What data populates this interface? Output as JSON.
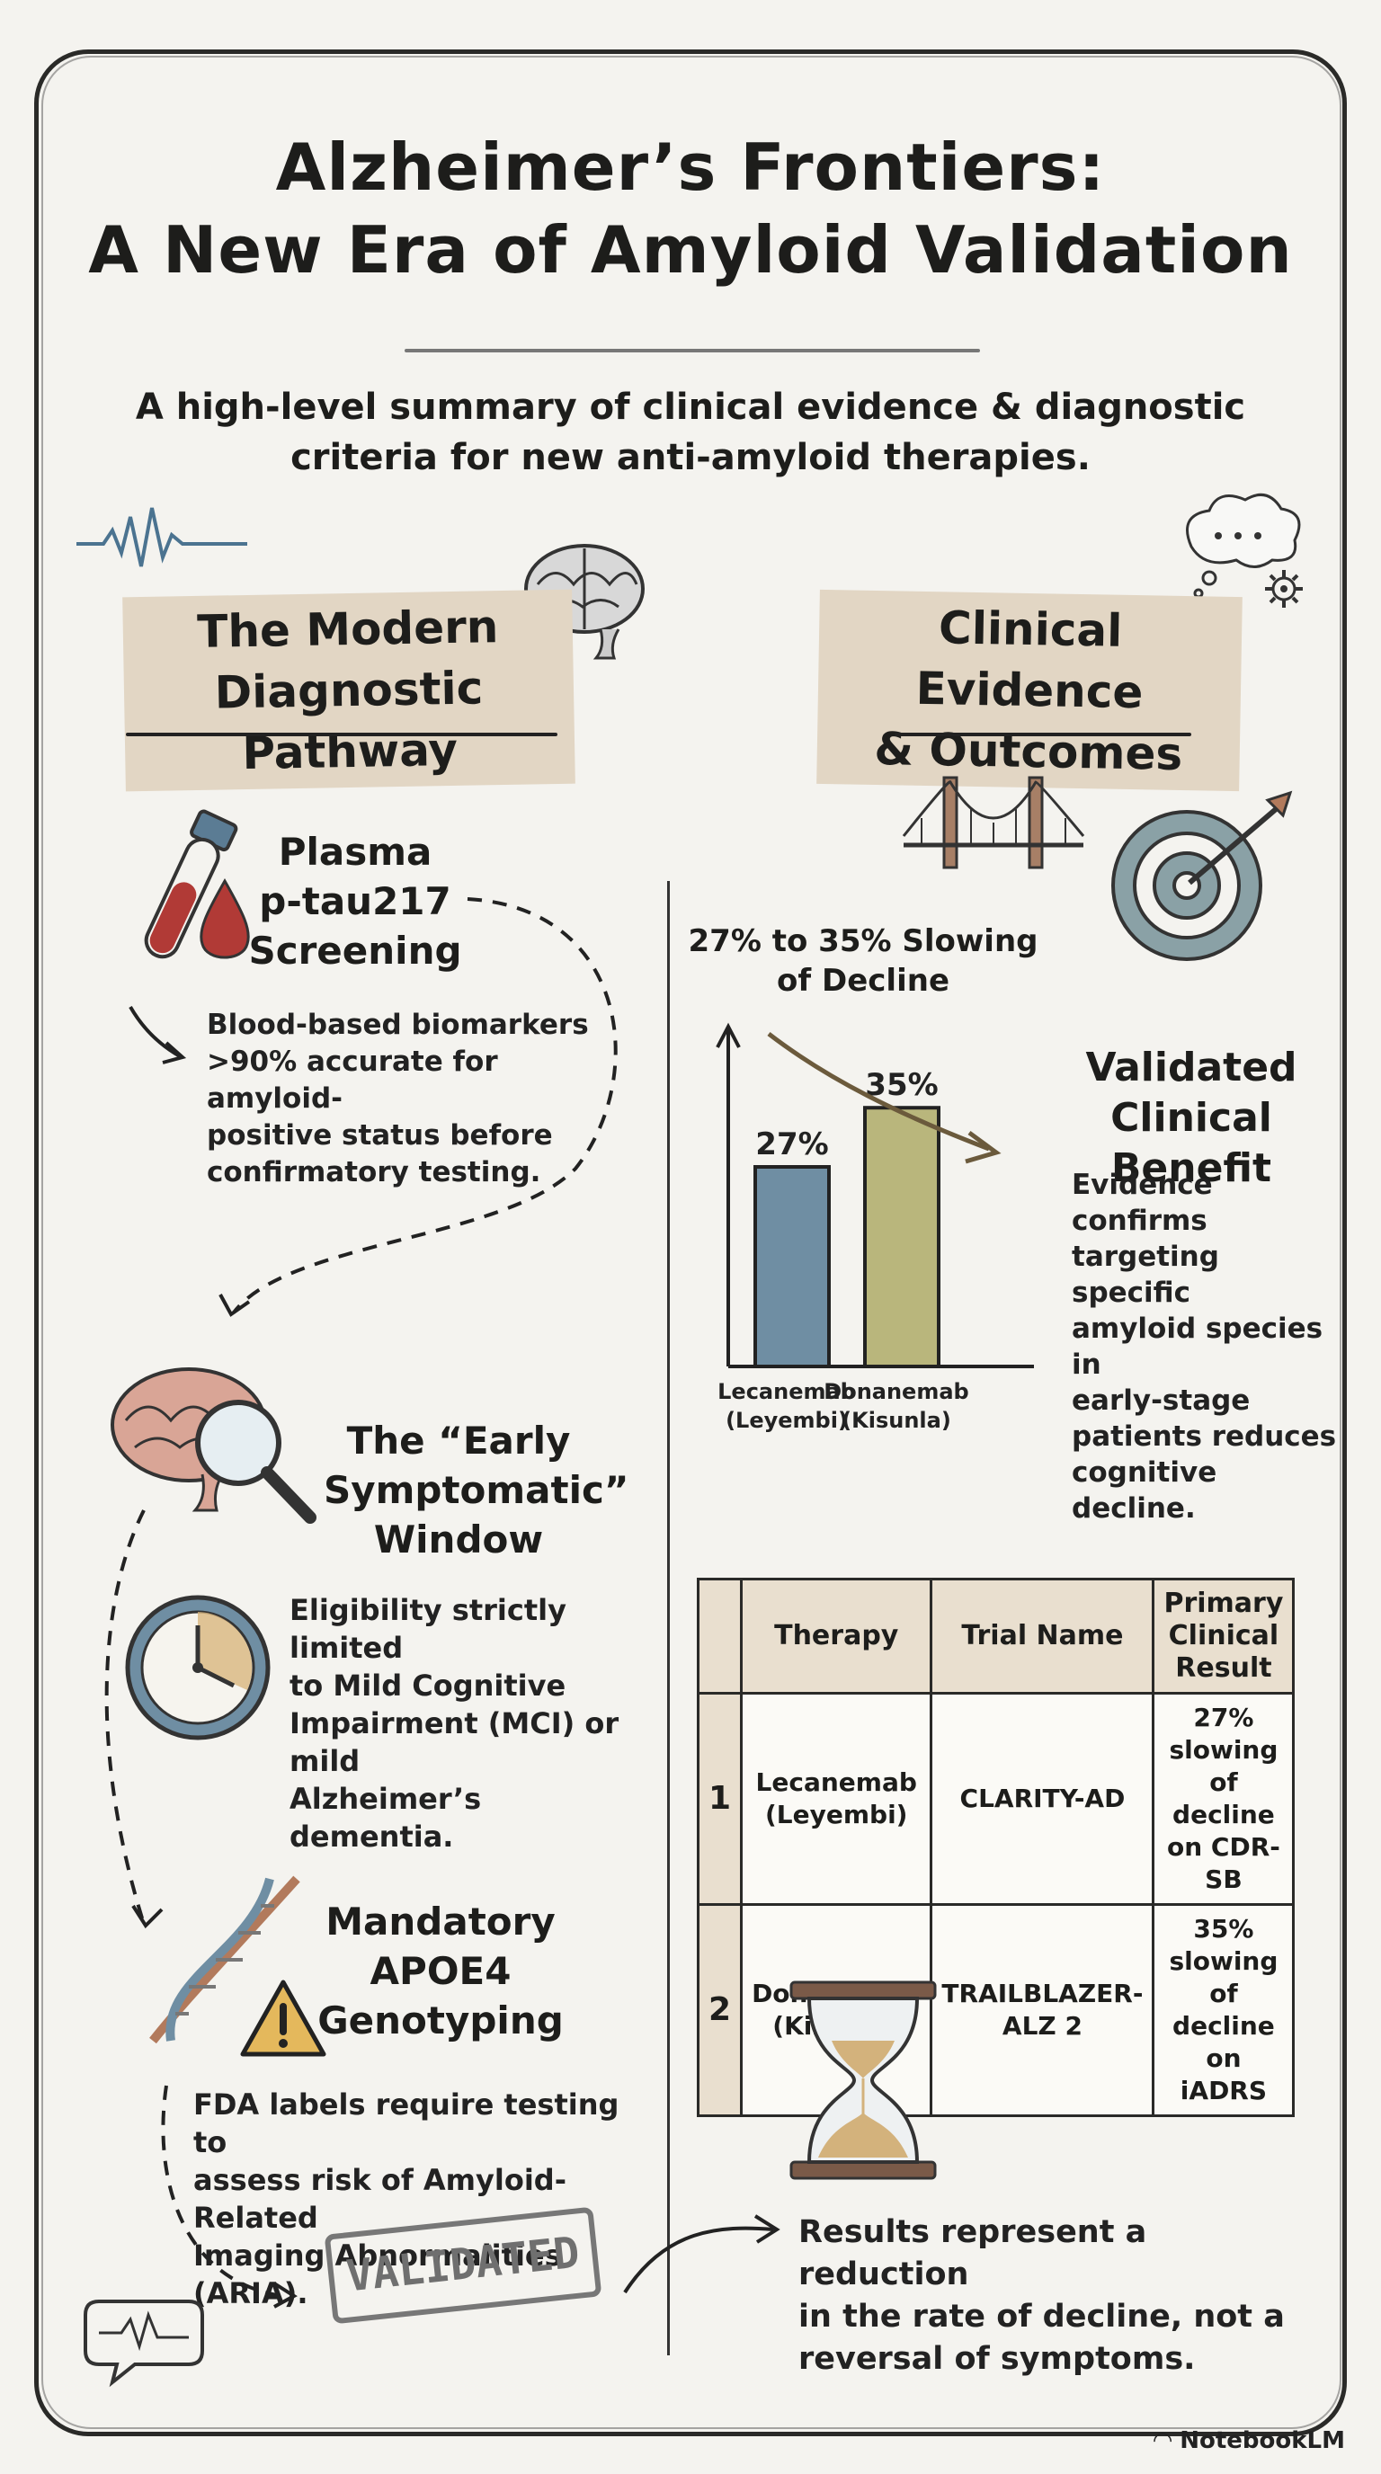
{
  "header": {
    "title_line1": "Alzheimer’s Frontiers:",
    "title_line2": "A New Era of Amyloid Validation",
    "subtitle_line1": "A high-level summary of clinical evidence & diagnostic",
    "subtitle_line2": "criteria for new anti-amyloid therapies."
  },
  "left": {
    "heading_line1": "The Modern",
    "heading_line2": "Diagnostic Pathway",
    "steps": [
      {
        "title_line1": "Plasma",
        "title_line2": "p-tau217",
        "title_line3": "Screening",
        "body_line1": "Blood-based biomarkers",
        "body_line2": ">90% accurate for amyloid-",
        "body_line3": "positive status before",
        "body_line4": "confirmatory testing."
      },
      {
        "title_line1": "The “Early",
        "title_line2": "Symptomatic”",
        "title_line3": "Window",
        "body_line1": "Eligibility strictly limited",
        "body_line2": "to Mild Cognitive",
        "body_line3": "Impairment (MCI) or mild",
        "body_line4": "Alzheimer’s dementia."
      },
      {
        "title_line1": "Mandatory",
        "title_line2": "APOE4",
        "title_line3": "Genotyping",
        "body_line1": "FDA labels require testing to",
        "body_line2": "assess risk of Amyloid-Related",
        "body_line3": "Imaging Abnormalities (ARIA)."
      }
    ],
    "stamp": "VALIDATED"
  },
  "right": {
    "heading_line1": "Clinical Evidence",
    "heading_line2": "& Outcomes",
    "benefit_title_line1": "Validated",
    "benefit_title_line2": "Clinical Benefit",
    "benefit_body": [
      "Evidence confirms",
      "targeting specific",
      "amyloid species in",
      "early-stage",
      "patients reduces",
      "cognitive decline."
    ],
    "table": {
      "headers": [
        "",
        "Therapy",
        "Trial Name",
        "Primary Clinical Result"
      ],
      "rows": [
        {
          "num": "1",
          "therapy": "Lecanemab (Leyembi)",
          "trial": "CLARITY-AD",
          "result": "27% slowing of decline on CDR-SB"
        },
        {
          "num": "2",
          "therapy": "Donanemab (Kisunla)",
          "trial": "TRAILBLAZER-ALZ 2",
          "result": "35% slowing of decline on iADRS"
        }
      ]
    },
    "footer_line1": "Results represent a reduction",
    "footer_line2": "in the rate of decline, not a",
    "footer_line3": "reversal of symptoms."
  },
  "chart_data": {
    "type": "bar",
    "title": "27% to 35% Slowing of Decline",
    "categories": [
      "Lecanemab (Leyembi)",
      "Donanemab (Kisunla)"
    ],
    "category_lines": [
      [
        "Lecanemab",
        "(Leyembi)"
      ],
      [
        "Donanemab",
        "(Kisunla)"
      ]
    ],
    "values": [
      27,
      35
    ],
    "value_labels": [
      "27%",
      "35%"
    ],
    "colors": [
      "#6f8ea3",
      "#b9b67c"
    ],
    "ylim": [
      0,
      45
    ]
  },
  "colors": {
    "paper": "#f4f3ef",
    "highlight": "#e2d6c4",
    "ink": "#1d1d1b",
    "blood": "#b13a36",
    "bar_lecanemab": "#6f8ea3",
    "bar_donanemab": "#b9b67c"
  },
  "icons": [
    "heartbeat-icon",
    "brain-icon",
    "thought-cloud-icon",
    "gear-icon",
    "blood-tube-icon",
    "blood-drop-icon",
    "brain-magnifier-icon",
    "clock-icon",
    "dna-icon",
    "warning-icon",
    "bridge-icon",
    "target-icon",
    "hourglass-icon",
    "speech-heartbeat-icon",
    "notebooklm-logo-icon"
  ],
  "branding": {
    "watermark": "NotebookLM"
  }
}
